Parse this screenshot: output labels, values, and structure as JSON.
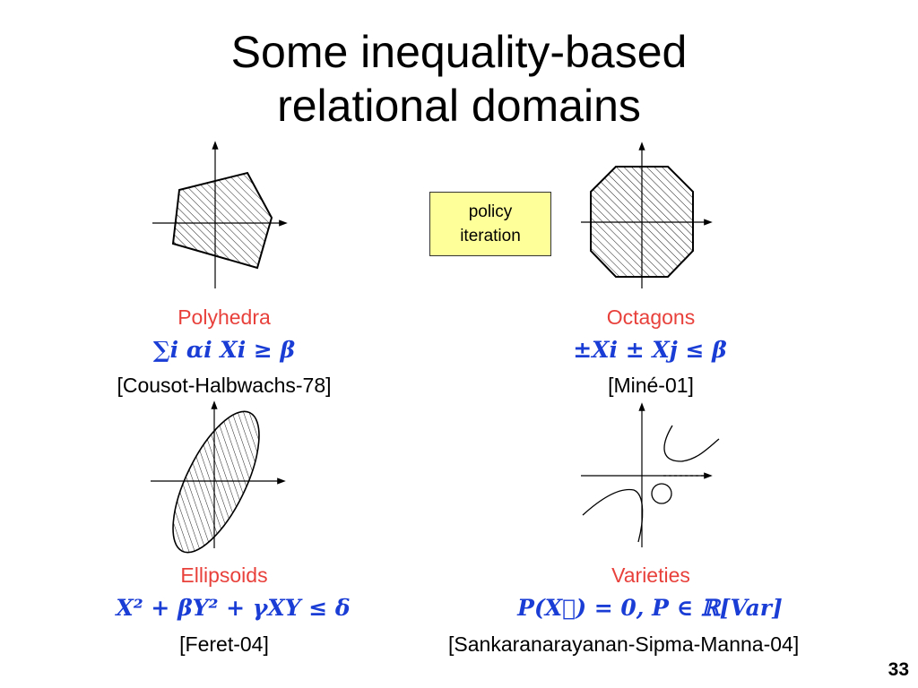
{
  "title": {
    "line1": "Some inequality-based",
    "line2": "relational domains"
  },
  "callout": {
    "line1": "policy",
    "line2": "iteration"
  },
  "panels": {
    "polyhedra": {
      "name": "Polyhedra",
      "formula": "∑i αi Xi ≥ β",
      "citation": "[Cousot-Halbwachs-78]"
    },
    "octagons": {
      "name": "Octagons",
      "formula": "±Xi ± Xj ≤ β",
      "citation": "[Miné-01]"
    },
    "ellipsoids": {
      "name": "Ellipsoids",
      "formula": "X² + βY² + γXY ≤ δ",
      "citation": "[Feret-04]"
    },
    "varieties": {
      "name": "Varieties",
      "formula": "P(X⃗) = 0,  P ∈ ℝ[Var]",
      "citation": "[Sankaranarayanan-Sipma-Manna-04]"
    }
  },
  "slide_number": "33"
}
